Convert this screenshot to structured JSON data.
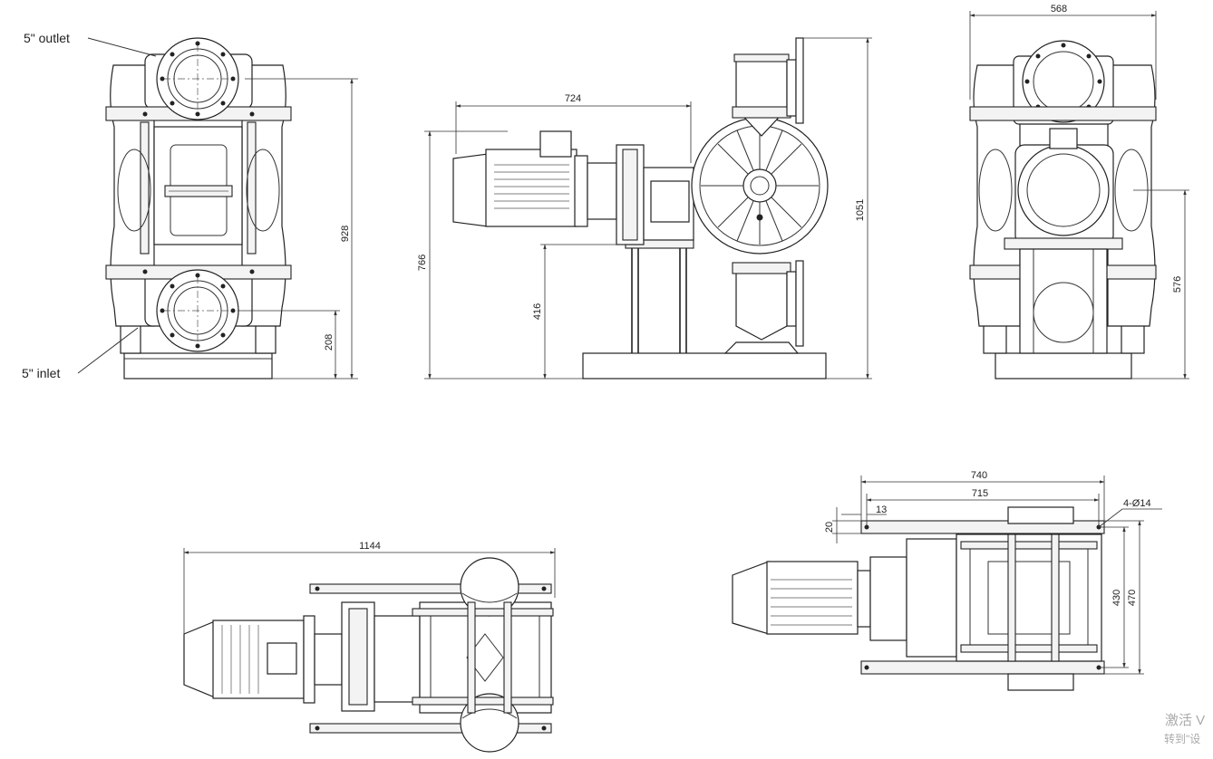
{
  "labels": {
    "outlet": "5\" outlet",
    "inlet": "5\" inlet",
    "hole_spec": "4-Ø14"
  },
  "dimensions": {
    "front_height": "928",
    "front_inlet_height": "208",
    "side_width": "724",
    "side_motor_height": "766",
    "side_base_height": "416",
    "side_total_height": "1051",
    "rear_width": "568",
    "rear_height": "576",
    "top_length": "1144",
    "base_outer_width": "740",
    "base_hole_span": "715",
    "base_edge_offset": "13",
    "base_thickness": "20",
    "base_hole_depth": "430",
    "base_outer_depth": "470"
  },
  "watermark": {
    "line1": "激活 V",
    "line2": "转到\"设"
  }
}
